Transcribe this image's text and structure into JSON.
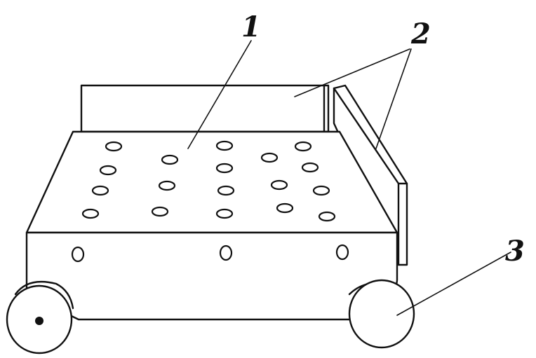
{
  "diagram": {
    "labels": {
      "one": "1",
      "two": "2",
      "three": "3"
    },
    "components": [
      {
        "number": "1"
      },
      {
        "number": "2"
      },
      {
        "number": "3"
      }
    ]
  }
}
